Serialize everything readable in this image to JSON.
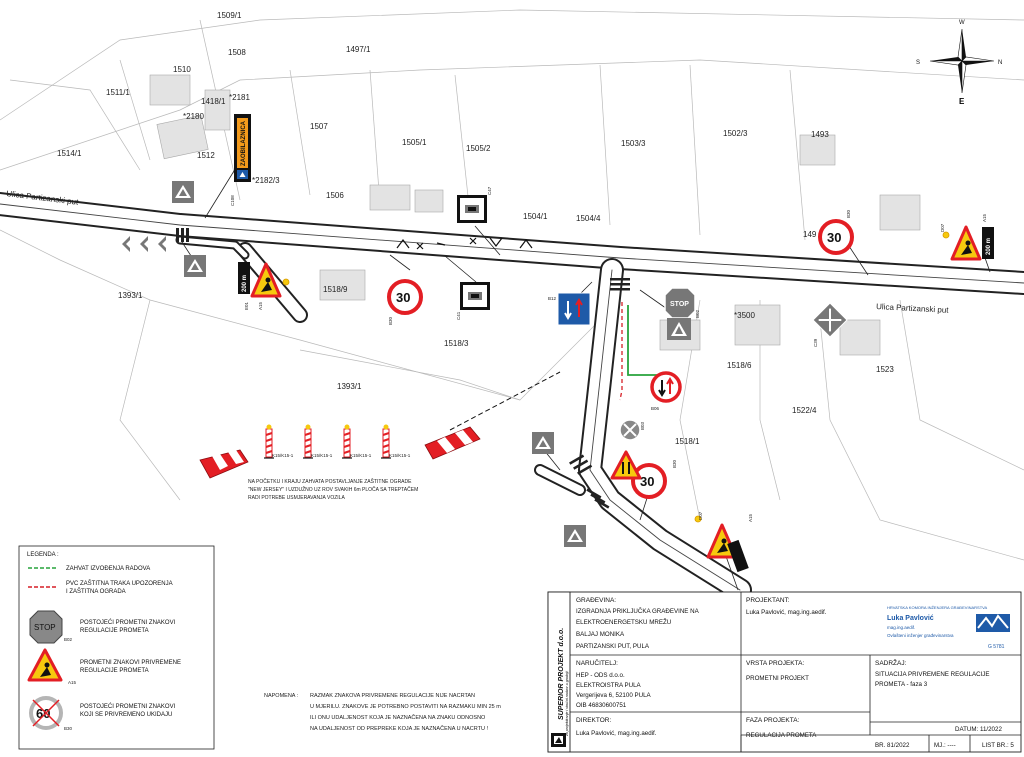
{
  "parcels": [
    {
      "id": "p1509",
      "label": "1509/1"
    },
    {
      "id": "p1508",
      "label": "1508"
    },
    {
      "id": "p1497",
      "label": "1497/1"
    },
    {
      "id": "p1510",
      "label": "1510"
    },
    {
      "id": "p1511",
      "label": "1511/1"
    },
    {
      "id": "p1418",
      "label": "1418/1"
    },
    {
      "id": "p2181",
      "label": "*2181"
    },
    {
      "id": "p2180",
      "label": "*2180"
    },
    {
      "id": "p1507",
      "label": "1507"
    },
    {
      "id": "p1505_1",
      "label": "1505/1"
    },
    {
      "id": "p1505_2",
      "label": "1505/2"
    },
    {
      "id": "p1503",
      "label": "1503/3"
    },
    {
      "id": "p1502",
      "label": "1502/3"
    },
    {
      "id": "p1493",
      "label": "1493"
    },
    {
      "id": "p1514",
      "label": "1514/1"
    },
    {
      "id": "p1512",
      "label": "1512"
    },
    {
      "id": "p2182",
      "label": "*2182/3"
    },
    {
      "id": "p1506",
      "label": "1506"
    },
    {
      "id": "p1504_1",
      "label": "1504/1"
    },
    {
      "id": "p1504_4",
      "label": "1504/4"
    },
    {
      "id": "p149",
      "label": "149"
    },
    {
      "id": "p1393a",
      "label": "1393/1"
    },
    {
      "id": "p1518_9",
      "label": "1518/9"
    },
    {
      "id": "p1518_3",
      "label": "1518/3"
    },
    {
      "id": "p3500",
      "label": "*3500"
    },
    {
      "id": "p1518_6",
      "label": "1518/6"
    },
    {
      "id": "p1523",
      "label": "1523"
    },
    {
      "id": "p1393b",
      "label": "1393/1"
    },
    {
      "id": "p1522",
      "label": "1522/4"
    },
    {
      "id": "p1518_1",
      "label": "1518/1"
    }
  ],
  "streets": {
    "street_west": "Ulica Partizanski put",
    "street_east": "Ulica Partizanski put"
  },
  "compass": {
    "n": "N",
    "s": "S",
    "w": "W",
    "e": "E"
  },
  "signs": {
    "stop": "STOP",
    "speed30": "30",
    "speed60": "60",
    "distance_200m": "200 m",
    "k15": "K15/K15-1",
    "c108": "C108",
    "b02": "B02",
    "a15": "A15",
    "b30": "B30",
    "d07": "D07",
    "e01": "E01",
    "c47": "C47",
    "c41": "C41",
    "b06": "B06",
    "b12": "B12",
    "c39": "C39",
    "b03": "B03",
    "rotated_sign_text": "ZAOBILAZNICA"
  },
  "colors": {
    "road": "#222222",
    "work_zone": "#27a33b",
    "pvc_tape": "#d61f26",
    "sign_red": "#e31e24",
    "sign_yellow": "#f6c90e",
    "sign_blue": "#1e5aa8",
    "orange": "#f39a1b"
  },
  "barrier_note": {
    "line1": "NA POČETKU I KRAJU ZAHVATA POSTAVLJANJE ZAŠTITNE OGRADE",
    "line2": "\"NEW JERSEY\" I UZDUŽNO UZ ROV SVAKIH 6m PLOČA SA TREPTAČEM",
    "line3": "RADI POTREBE USMJERAVANJA VOZILA"
  },
  "legend": {
    "title": "LEGENDA :",
    "work_zone": "ZAHVAT IZVOĐENJA RADOVA",
    "pvc_line1": "PVC ZAŠTITNA TRAKA UPOZORENJA",
    "pvc_line2": "I ZAŠTITNA OGRADA",
    "existing_line1": "POSTOJEĆI PROMETNI ZNAKOVI",
    "existing_line2": "REGULACIJE PROMETA",
    "temporary_line1": "PROMETNI ZNAKOVI PRIVREMENE",
    "temporary_line2": "REGULACIJE PROMETA",
    "removed_line1": "POSTOJEĆI PROMETNI ZNAKOVI",
    "removed_line2": "KOJI SE PRIVREMENO UKIDAJU",
    "stop_code": "B02",
    "temp_code": "A15",
    "removed_code": "B30"
  },
  "note": {
    "title": "NAPOMENA :",
    "line1": "RAZMAK ZNAKOVA PRIVREMENE REGULACIJE NIJE NACRTAN",
    "line2": "U MJERILU. ZNAKOVE JE POTREBNO POSTAVITI NA RAZMAKU MIN  25 m",
    "line3": "ILI ONU UDALJENOST KOJA JE NAZNAČENA NA ZNAKU ODNOSNO",
    "line4": "NA UDALJENOST OD PREPREKE KOJA JE NAZNAČENA U NACRTU !"
  },
  "title_block": {
    "company": "SUPERIOR PROJEKT d.o.o.",
    "company_sub": "za projektiranje i stručni nadzor u gradnji",
    "gradevina_label": "GRAĐEVINA:",
    "gradevina_1": "IZGRADNJA PRIKLJUČKA GRAĐEVINE NA",
    "gradevina_2": "ELEKTROENERGETSKU MREŽU",
    "gradevina_3": "BALJAJ MONIKA",
    "gradevina_4": "PARTIZANSKI PUT, PULA",
    "narucitelj_label": "NARUČITELJ:",
    "narucitelj_1": "HEP - ODS d.o.o.",
    "narucitelj_2": "ELEKTROISTRA PULA",
    "narucitelj_3": "Vergerijeva 6,  52100  PULA",
    "narucitelj_4": "OIB  46830600751",
    "direktor_label": "DIREKTOR:",
    "direktor": "Luka Pavlović, mag.ing.aedif.",
    "projektant_label": "PROJEKTANT:",
    "projektant": "Luka Pavlović, mag.ing.aedif.",
    "chamber_1": "HRVATSKA KOMORA INŽENJERA GRAĐEVINARSTVA",
    "chamber_name": "Luka Pavlović",
    "chamber_2": "mag.ing.aedif.",
    "chamber_3": "Ovlašteni inženjer građevinarstva",
    "chamber_no": "G 5781",
    "vrsta_label": "VRSTA PROJEKTA:",
    "vrsta": "PROMETNI PROJEKT",
    "sadrzaj_label": "SADRŽAJ:",
    "sadrzaj_1": "SITUACIJA PRIVREMENE REGULACIJE",
    "sadrzaj_2": "PROMETA - faza 3",
    "faza_label": "FAZA PROJEKTA:",
    "faza": "REGULACIJA PROMETA",
    "datum": "DATUM:  11/2022",
    "br": "BR.  81/2022",
    "mj": "MJ.:  ----",
    "list": "LIST BR.: 5"
  }
}
